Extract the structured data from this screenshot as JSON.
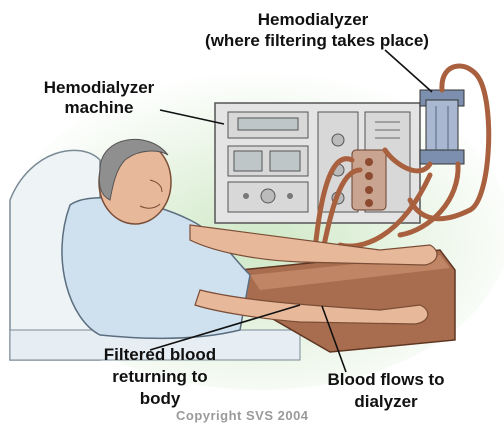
{
  "labels": {
    "hemodialyzer_title": "Hemodialyzer",
    "hemodialyzer_sub": "(where filtering takes place)",
    "machine_line1": "Hemodialyzer",
    "machine_line2": "machine",
    "filtered_line1": "Filtered blood",
    "filtered_line2": "returning to",
    "filtered_line3": "body",
    "flows_line1": "Blood flows to",
    "flows_line2": "dialyzer",
    "copyright": "Copyright SVS 2004"
  },
  "colors": {
    "background_glow": "#d6ecd0",
    "skin": "#e8b89a",
    "hair": "#8a8a8a",
    "gown": "#cfe0ee",
    "machine": "#e6e6e6",
    "tubing": "#b06a4a",
    "dialyzer": "#9fb0c8",
    "armrest": "#a86d4e"
  }
}
